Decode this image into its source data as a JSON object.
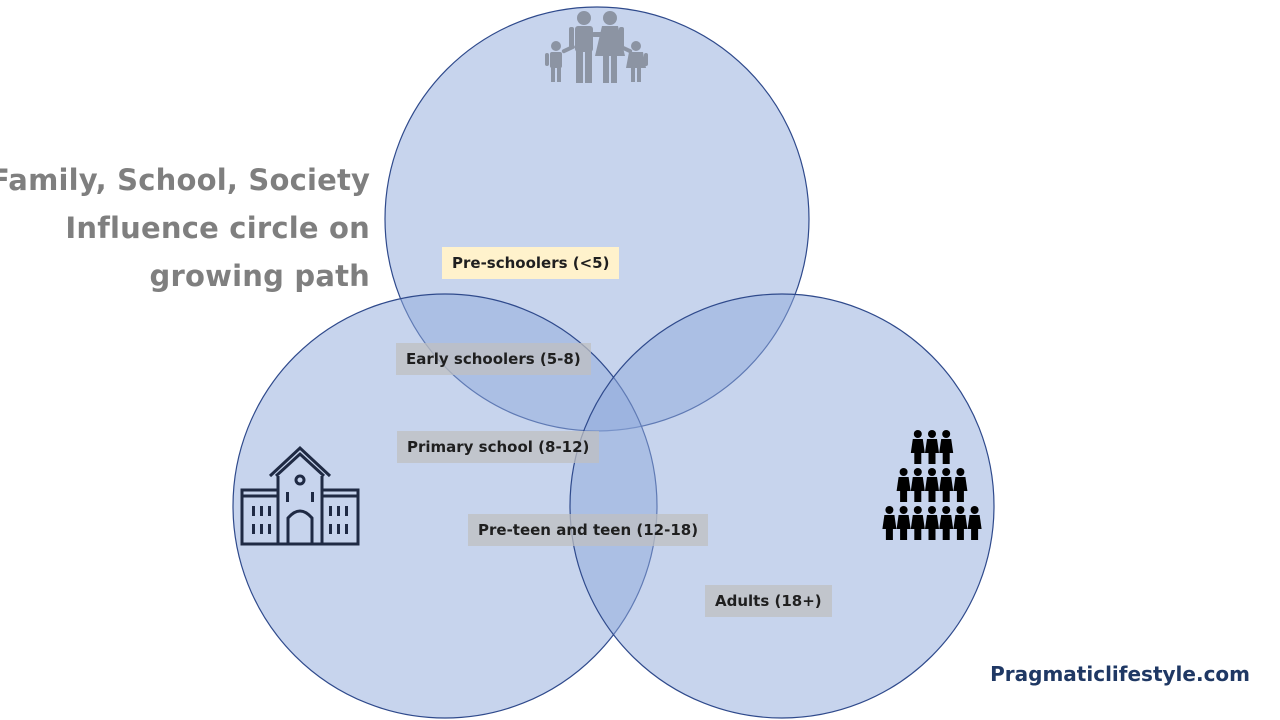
{
  "title": {
    "line1": "Family, School, Society",
    "line2": "Influence circle on",
    "line3": "growing path"
  },
  "stages": [
    {
      "label": "Pre-schoolers (<5)"
    },
    {
      "label": "Early schoolers (5-8)"
    },
    {
      "label": "Primary school (8-12)"
    },
    {
      "label": "Pre-teen and teen (12-18)"
    },
    {
      "label": "Adults (18+)"
    }
  ],
  "circles": [
    {
      "icon": "family-icon"
    },
    {
      "icon": "school-building-icon"
    },
    {
      "icon": "crowd-icon"
    }
  ],
  "brand": "Pragmaticlifestyle.com",
  "colors": {
    "circle_fill": "#8FAADC",
    "circle_stroke": "#2F4A8C",
    "title_text": "#7F7F7F",
    "brand_text": "#1F3864",
    "preschool_label_bg": "#FFF2CC",
    "stage_label_bg": "#BFBFBF",
    "family_icon": "#8C94A3",
    "school_icon": "#1F2A44",
    "crowd_icon": "#000000"
  }
}
